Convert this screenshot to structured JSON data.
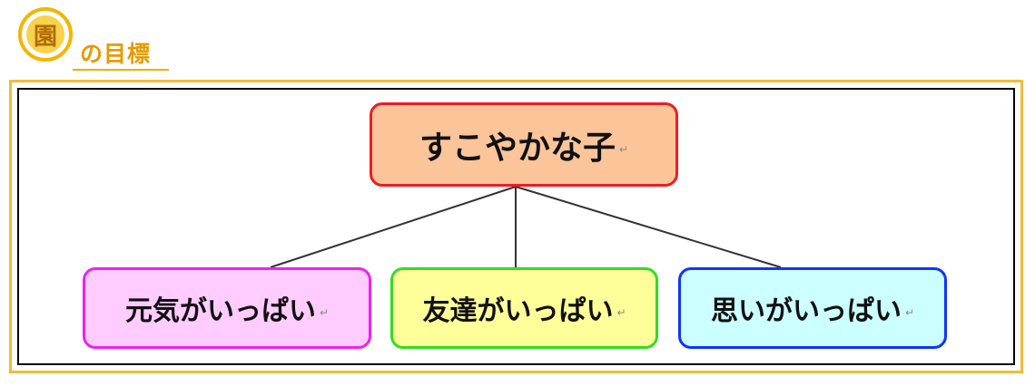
{
  "heading": {
    "circle_char": "園",
    "text": "の目標"
  },
  "top_goal": {
    "label": "すこやかな子",
    "mark": "↵"
  },
  "sub_goals": [
    {
      "label": "元気がいっぱい",
      "mark": "↵"
    },
    {
      "label": "友達がいっぱい",
      "mark": "↵"
    },
    {
      "label": "思いがいっぱい",
      "mark": "↵"
    }
  ],
  "colors": {
    "heading_gold": "#f2b600",
    "top_fill": "#fbc499",
    "top_border": "#ee1c24",
    "left_fill": "#ffccff",
    "left_border": "#ee22ee",
    "mid_fill": "#ffff99",
    "mid_border": "#33dd22",
    "right_fill": "#ccffff",
    "right_border": "#1133ff"
  }
}
